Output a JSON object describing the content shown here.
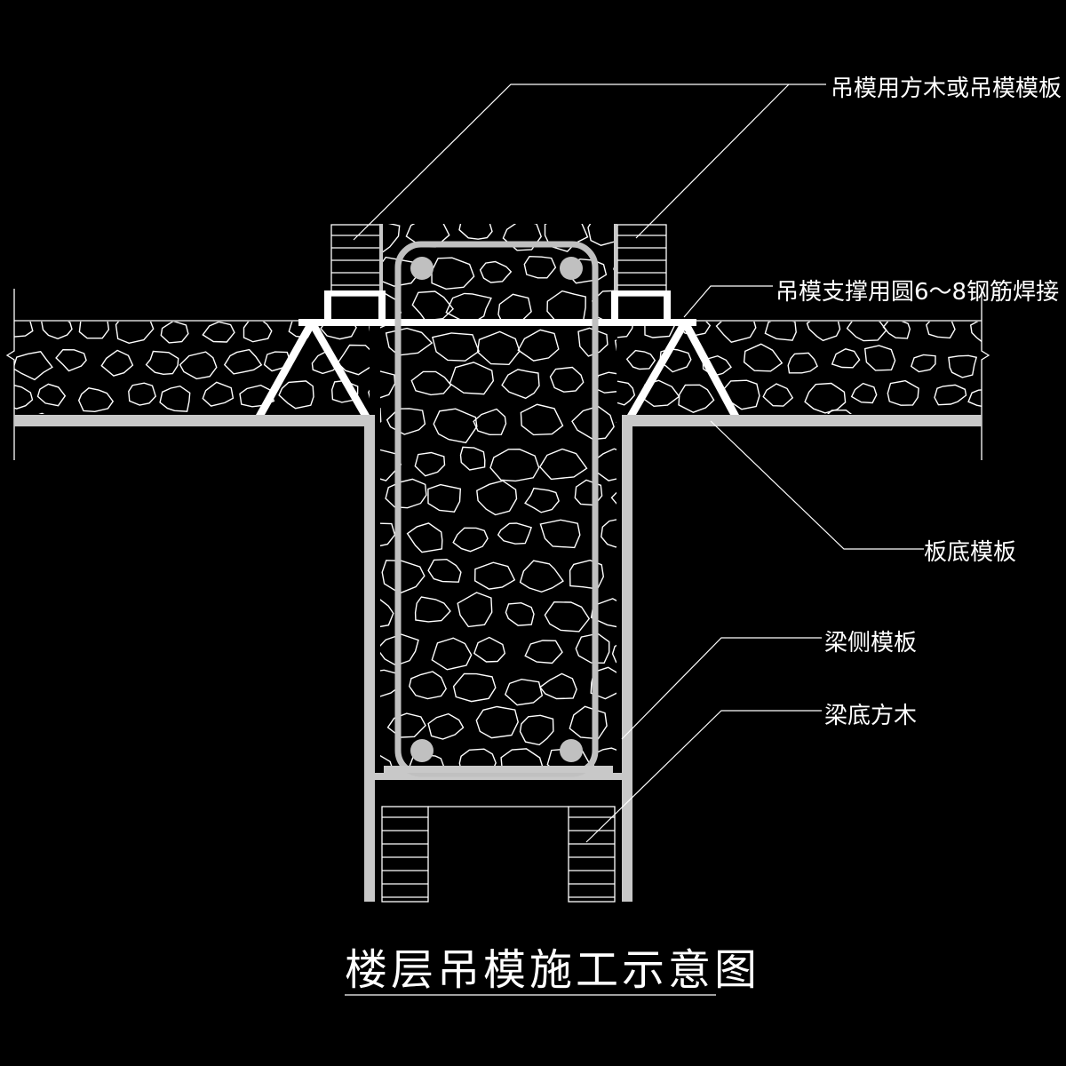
{
  "title": "楼层吊模施工示意图",
  "labels": {
    "hanging_timber": "吊模用方木或吊模模板",
    "support_rebar": "吊模支撑用圆6～8钢筋焊接",
    "slab_bottom_form": "板底模板",
    "beam_side_form": "梁侧模板",
    "beam_bottom_timber": "梁底方木"
  },
  "colors": {
    "background": "#000000",
    "line": "#ffffff",
    "formwork": "#c8c8c8",
    "rebar": "#c0c0c0"
  }
}
